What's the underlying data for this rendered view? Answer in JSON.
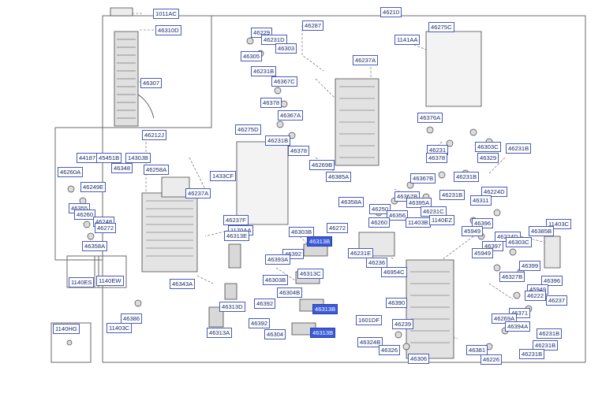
{
  "colors": {
    "label_border": "#4a5ab8",
    "label_text": "#1a2a6c",
    "highlight": "#3b5bd8",
    "line": "#6a6a6a"
  },
  "labels": {
    "l1011ac": "1011AC",
    "l46310d": "46310D",
    "l46307": "46307",
    "l46212j": "46212J",
    "l44187": "44187",
    "l45451b": "45451B",
    "l1430jb": "1430JB",
    "l46348": "46348",
    "l46260a": "46260A",
    "l46258a": "46258A",
    "l46249e": "46249E",
    "l46237a_l": "46237A",
    "l1433cf": "1433CF",
    "l46355": "46355",
    "l46260": "46260",
    "l46248": "46248",
    "l46272_l": "46272",
    "l46237f": "46237F",
    "l1170aa": "1170AA",
    "l46313e": "46313E",
    "l46358a": "46358A",
    "l1140es": "1140ES",
    "l1140ew": "1140EW",
    "l46343a": "46343A",
    "l46386": "46386",
    "l11403c_l": "11403C",
    "l1140hg": "1140HG",
    "l46313d": "46313D",
    "l46313a": "46313A",
    "l46303b_a": "46303B",
    "l46313b_a": "46313B",
    "l46392_a": "46392",
    "l46393a": "46393A",
    "l46303b_b": "46303B",
    "l46313c": "46313C",
    "l46304b": "46304B",
    "l46392_b": "46392",
    "l46313b_b": "46313B",
    "l46392_c": "46392",
    "l46304": "46304",
    "l46313b_c": "46313B",
    "l46210": "46210",
    "l46287": "46287",
    "l46229": "46229",
    "l46231d": "46231D",
    "l46305": "46305",
    "l46303": "46303",
    "l46231b_1": "46231B",
    "l46367c": "46367C",
    "l46378_1": "46378",
    "l46237a_t": "46237A",
    "l1141aa": "1141AA",
    "l46275c": "46275C",
    "l46367a": "46367A",
    "l46275d": "46275D",
    "l46231b_2": "46231B",
    "l46378_2": "46378",
    "l46269b": "46269B",
    "l46385a": "46385A",
    "l46376a": "46376A",
    "l46303c_1": "46303C",
    "l46231b_3": "46231B",
    "l46231": "46231",
    "l46329": "46329",
    "l46378_3": "46378",
    "l46367b_1": "46367B",
    "l46231b_4": "46231B",
    "l46367b_2": "46367B",
    "l46231b_5": "46231B",
    "l46358a_b": "46358A",
    "l46395a": "46395A",
    "l46250": "46250",
    "l46231c": "46231C",
    "l46356": "46356",
    "l46260_b": "46260",
    "l11403b": "11403B",
    "l1140ez": "1140EZ",
    "l46224d_1": "46224D",
    "l46311": "46311",
    "l46396_1": "46396",
    "l11403c_r": "11403C",
    "l46385b": "46385B",
    "l45949_1": "45949",
    "l46224d_2": "46224D",
    "l46303c_2": "46303C",
    "l46397": "46397",
    "l45949_2": "45949",
    "l46399": "46399",
    "l46327b": "46327B",
    "l46396_2": "46396",
    "l45949_3": "45949",
    "l46222": "46222",
    "l46237": "46237",
    "l46371": "46371",
    "l46269a": "46269A",
    "l46394a": "46394A",
    "l46231b_6": "46231B",
    "l46231b_7": "46231B",
    "l46231b_8": "46231B",
    "l46381": "46381",
    "l46226": "46226",
    "l46272_c": "46272",
    "l46231e": "46231E",
    "l46236": "46236",
    "l46954c": "46954C",
    "l46390": "46390",
    "l1601df": "1601DF",
    "l46239": "46239",
    "l46324b": "46324B",
    "l46326": "46326",
    "l46306": "46306"
  }
}
